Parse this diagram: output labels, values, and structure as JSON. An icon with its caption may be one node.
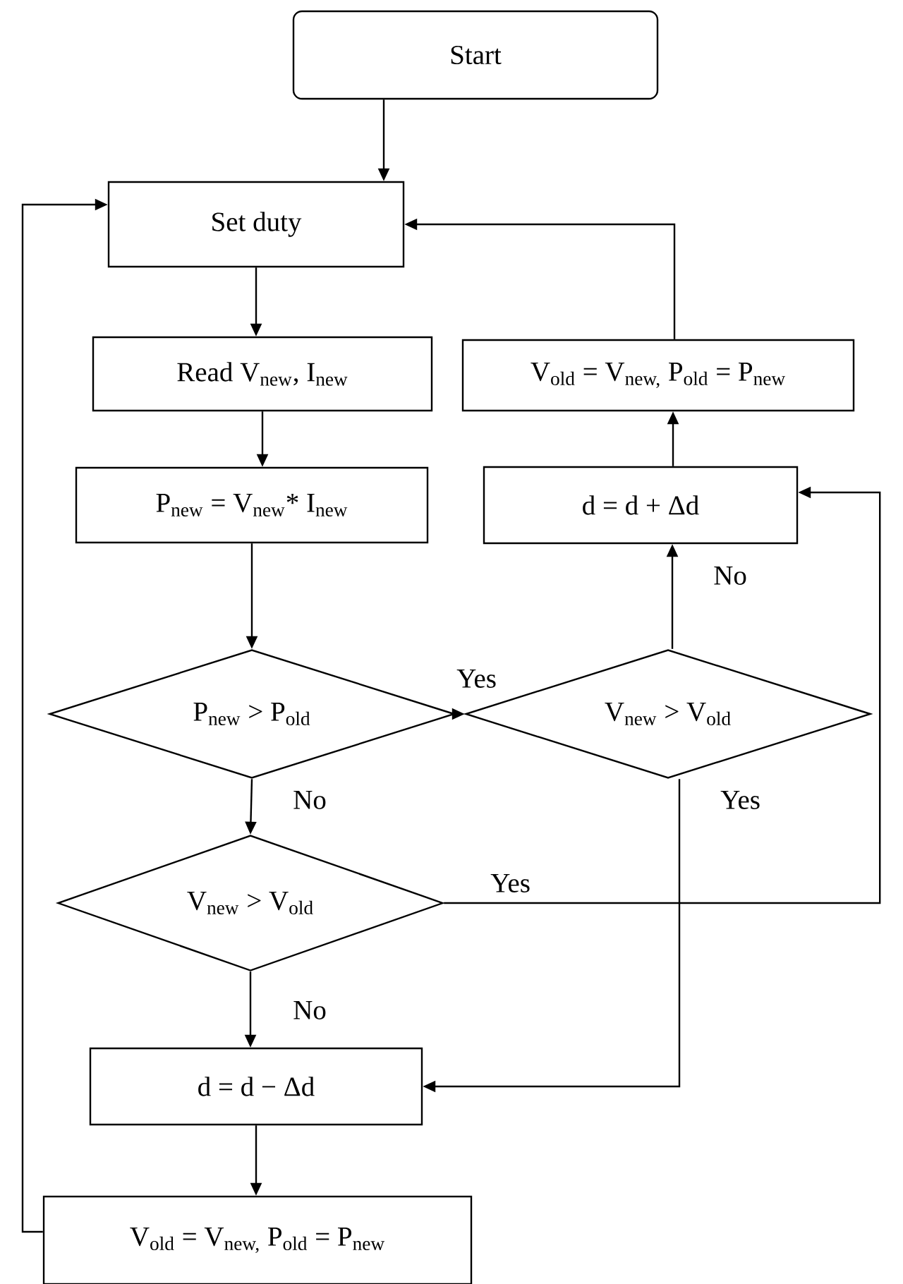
{
  "diagram": {
    "nodes": [
      {
        "text": [
          "Start"
        ]
      },
      {
        "text": [
          "Set duty"
        ]
      },
      {
        "text": [
          "Read V$_{new}$, I$_{new}$"
        ]
      },
      {
        "text": [
          "P$_{new}$ = V$_{new}$* I$_{new}$"
        ]
      },
      {
        "text": [
          "P$_{new}$ > P$_{old}$"
        ]
      },
      {
        "text": [
          "V$_{new}$ > V$_{old}$"
        ]
      },
      {
        "text": [
          "d = d + Δd"
        ]
      },
      {
        "text": [
          "V$_{old}$ = V$_{new,}$ P$_{old}$ = P$_{new}$"
        ]
      },
      {
        "text": [
          "V$_{new}$ > V$_{old}$"
        ]
      },
      {
        "text": [
          "d = d − Δd"
        ]
      },
      {
        "text": [
          "V$_{old}$ = V$_{new,}$ P$_{old}$ = P$_{new}$"
        ]
      }
    ],
    "edges": [
      {
        "from": 0,
        "to": 1,
        "arrow": "to"
      },
      {
        "from": 1,
        "to": 2,
        "arrow": "to"
      },
      {
        "from": 2,
        "to": 3,
        "arrow": "to"
      },
      {
        "from": 3,
        "to": 4,
        "arrow": "to"
      },
      {
        "from": 4,
        "to": 5,
        "arrow": "to",
        "label": "Yes"
      },
      {
        "from": 4,
        "to": 8,
        "arrow": "to",
        "label": "No"
      },
      {
        "from": 5,
        "to": 6,
        "arrow": "to",
        "label": "No"
      },
      {
        "from": 5,
        "to": 9,
        "arrow": "to",
        "label": "Yes"
      },
      {
        "from": 8,
        "to": 6,
        "arrow": "to",
        "label": "Yes"
      },
      {
        "from": 8,
        "to": 9,
        "arrow": "to",
        "label": "No"
      },
      {
        "from": 6,
        "to": 7,
        "arrow": "to"
      },
      {
        "from": 7,
        "to": 1,
        "arrow": "to"
      },
      {
        "from": 9,
        "to": 10,
        "arrow": "to"
      },
      {
        "from": 10,
        "to": 1,
        "arrow": "to"
      }
    ]
  }
}
